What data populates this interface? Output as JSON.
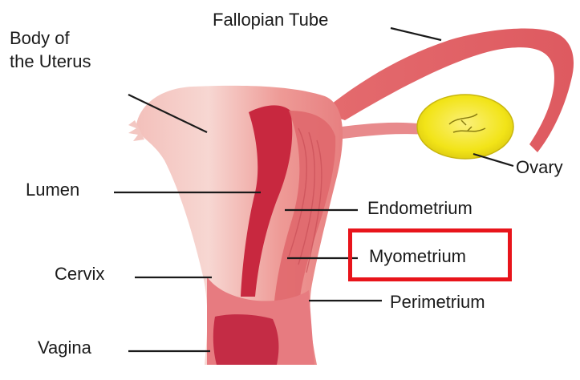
{
  "labels": {
    "fallopian_tube": "Fallopian Tube",
    "body_of_uterus_line1": "Body of",
    "body_of_uterus_line2": "the Uterus",
    "lumen": "Lumen",
    "endometrium": "Endometrium",
    "myometrium": "Myometrium",
    "cervix": "Cervix",
    "perimetrium": "Perimetrium",
    "vagina": "Vagina",
    "ovary": "Ovary"
  },
  "colors": {
    "highlight": "#e8141b",
    "tissue": "#e8757a",
    "tissue_light": "#f6c9c4",
    "lumen_dark": "#c5233f",
    "ovary": "#f2e418",
    "leader_line": "#1a1a1a"
  },
  "highlighted_label": "myometrium"
}
